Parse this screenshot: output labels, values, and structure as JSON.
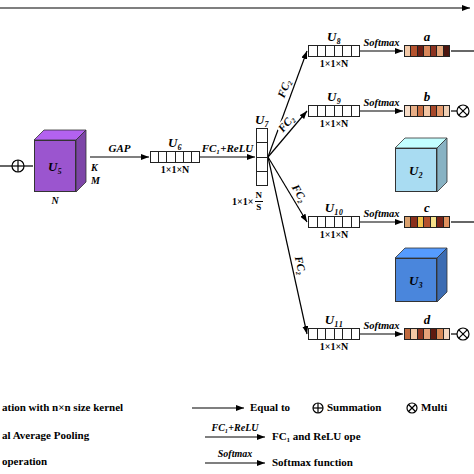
{
  "diagram": {
    "nodes": [
      {
        "text": [
          "U₅",
          "N",
          "K",
          "M"
        ]
      },
      {
        "text": [
          "U₆",
          "1×1×N"
        ]
      },
      {
        "text": [
          "U₇",
          "1×1×",
          "N",
          "S"
        ]
      },
      {
        "text": [
          "U₈",
          "1×1×N"
        ]
      },
      {
        "text": [
          "U₉",
          "1×1×N"
        ]
      },
      {
        "text": [
          "U₁₀",
          "1×1×N"
        ]
      },
      {
        "text": [
          "U₁₁",
          "1×1×N"
        ]
      },
      {
        "text": [
          "a"
        ]
      },
      {
        "text": [
          "b"
        ]
      },
      {
        "text": [
          "c"
        ]
      },
      {
        "text": [
          "d"
        ]
      },
      {
        "text": [
          "U₂"
        ]
      },
      {
        "text": [
          "U₃"
        ]
      }
    ],
    "edges": [
      {
        "from": 0,
        "to": 1,
        "label": "GAP",
        "arrow": "to"
      },
      {
        "from": 1,
        "to": 2,
        "label": "FC₁+ReLU",
        "arrow": "to"
      },
      {
        "from": 2,
        "to": 3,
        "label": "FC₂",
        "arrow": "to"
      },
      {
        "from": 2,
        "to": 4,
        "label": "FC₂",
        "arrow": "to"
      },
      {
        "from": 2,
        "to": 5,
        "label": "FC₂",
        "arrow": "to"
      },
      {
        "from": 2,
        "to": 6,
        "label": "FC₂",
        "arrow": "to"
      },
      {
        "from": 3,
        "to": 7,
        "label": "Softmax",
        "arrow": "to"
      },
      {
        "from": 4,
        "to": 8,
        "label": "Softmax",
        "arrow": "to"
      },
      {
        "from": 5,
        "to": 9,
        "label": "Softmax",
        "arrow": "to"
      },
      {
        "from": 6,
        "to": 10,
        "label": "Softmax",
        "arrow": "to"
      }
    ],
    "labels": [
      "FC₁+ReLU",
      "Softmax"
    ],
    "legend": [
      {
        "text": "ation with n×n size kernel"
      },
      {
        "text": "Equal to"
      },
      {
        "text": "Summation"
      },
      {
        "text": "Multi"
      },
      {
        "text": "al Average Pooling"
      },
      {
        "text": "FC₁ and ReLU ope"
      },
      {
        "text": "operation"
      },
      {
        "text": "Softmax function"
      }
    ]
  }
}
